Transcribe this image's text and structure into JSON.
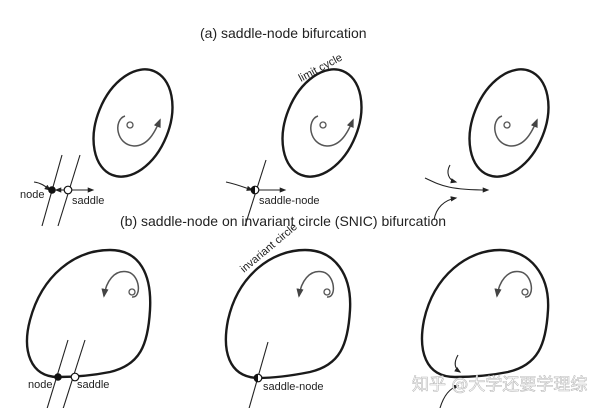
{
  "panel_a": {
    "title": "(a)   saddle-node bifurcation",
    "labels": {
      "node": "node",
      "saddle": "saddle",
      "limit_cycle": "limit cycle",
      "saddle_node": "saddle-node"
    }
  },
  "panel_b": {
    "title": "(b)   saddle-node on invariant circle (SNIC) bifurcation",
    "labels": {
      "node": "node",
      "saddle": "saddle",
      "invariant_circle": "invariant circle",
      "saddle_node": "saddle-node"
    }
  },
  "watermark": "知乎 @大学还要学理综"
}
